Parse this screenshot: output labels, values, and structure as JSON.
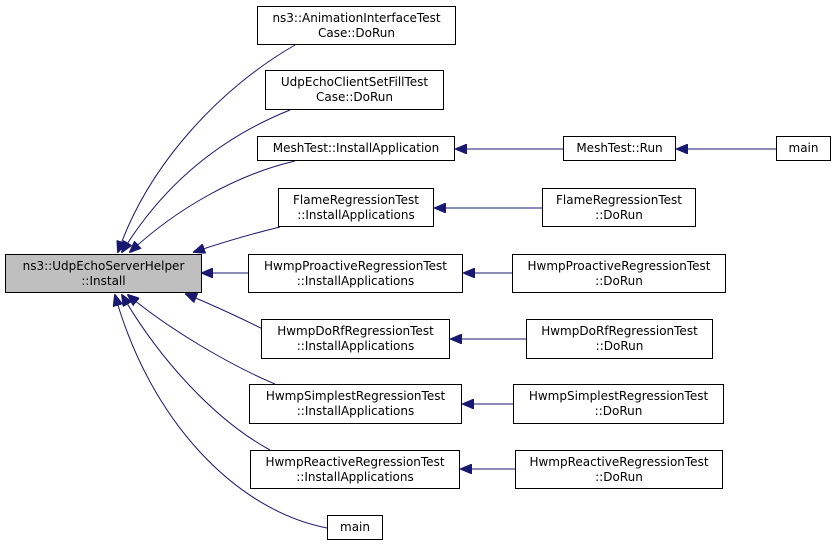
{
  "colors": {
    "edge": "#191970",
    "root_fill": "#bfbfbf",
    "node_fill": "#ffffff",
    "border": "#000000"
  },
  "nodes": {
    "root": {
      "line1": "ns3::UdpEchoServerHelper",
      "line2": "::Install"
    },
    "anim": {
      "line1": "ns3::AnimationInterfaceTest",
      "line2": "Case::DoRun"
    },
    "udpfill": {
      "line1": "UdpEchoClientSetFillTest",
      "line2": "Case::DoRun"
    },
    "meshinstall": {
      "line1": "MeshTest::InstallApplication"
    },
    "meshrun": {
      "line1": "MeshTest::Run"
    },
    "main1": {
      "line1": "main"
    },
    "flameinstall": {
      "line1": "FlameRegressionTest",
      "line2": "::InstallApplications"
    },
    "flamerun": {
      "line1": "FlameRegressionTest",
      "line2": "::DoRun"
    },
    "proinstall": {
      "line1": "HwmpProactiveRegressionTest",
      "line2": "::InstallApplications"
    },
    "prorun": {
      "line1": "HwmpProactiveRegressionTest",
      "line2": "::DoRun"
    },
    "dorfinstall": {
      "line1": "HwmpDoRfRegressionTest",
      "line2": "::InstallApplications"
    },
    "dorfrun": {
      "line1": "HwmpDoRfRegressionTest",
      "line2": "::DoRun"
    },
    "simpinstall": {
      "line1": "HwmpSimplestRegressionTest",
      "line2": "::InstallApplications"
    },
    "simprun": {
      "line1": "HwmpSimplestRegressionTest",
      "line2": "::DoRun"
    },
    "reinstall": {
      "line1": "HwmpReactiveRegressionTest",
      "line2": "::InstallApplications"
    },
    "rerun": {
      "line1": "HwmpReactiveRegressionTest",
      "line2": "::DoRun"
    },
    "main2": {
      "line1": "main"
    }
  },
  "edges": [
    {
      "from": "anim",
      "to": "root"
    },
    {
      "from": "udpfill",
      "to": "root"
    },
    {
      "from": "meshinstall",
      "to": "root"
    },
    {
      "from": "flameinstall",
      "to": "root"
    },
    {
      "from": "proinstall",
      "to": "root"
    },
    {
      "from": "dorfinstall",
      "to": "root"
    },
    {
      "from": "simpinstall",
      "to": "root"
    },
    {
      "from": "reinstall",
      "to": "root"
    },
    {
      "from": "main2",
      "to": "root"
    },
    {
      "from": "meshrun",
      "to": "meshinstall"
    },
    {
      "from": "main1",
      "to": "meshrun"
    },
    {
      "from": "flamerun",
      "to": "flameinstall"
    },
    {
      "from": "prorun",
      "to": "proinstall"
    },
    {
      "from": "dorfrun",
      "to": "dorfinstall"
    },
    {
      "from": "simprun",
      "to": "simpinstall"
    },
    {
      "from": "rerun",
      "to": "reinstall"
    }
  ]
}
